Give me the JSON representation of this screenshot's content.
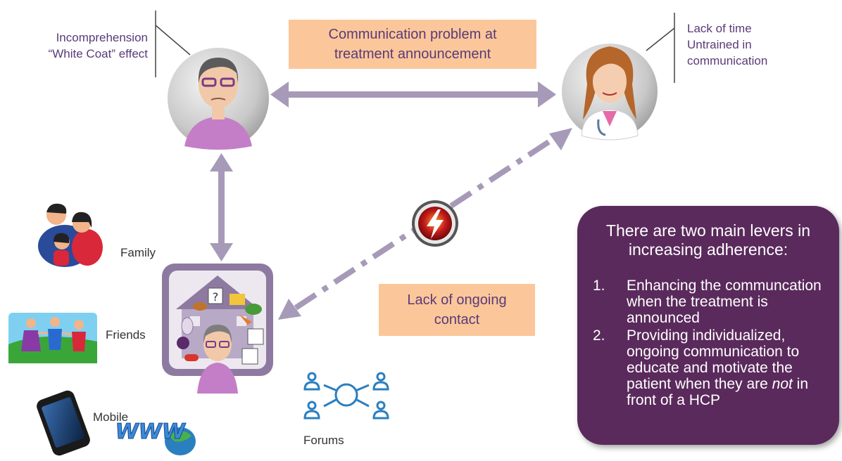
{
  "patient_notes": [
    "Incomprehension",
    "“White Coat” effect"
  ],
  "doctor_notes": [
    "Lack of time",
    "Untrained in",
    "communication"
  ],
  "top_box": [
    "Communication problem at",
    "treatment announcement"
  ],
  "bottom_box": [
    "Lack of ongoing",
    "contact"
  ],
  "channels": {
    "family": "Family",
    "friends": "Friends",
    "mobile": "Mobile",
    "forums": "Forums",
    "www": "WWW"
  },
  "levers": {
    "title": "There are two main levers in increasing adherence:",
    "items": [
      {
        "num": "1.",
        "text": "Enhancing the communcation when the treatment is announced"
      },
      {
        "num": "2.",
        "text_before": "Providing individualized, ongoing communication to educate and motivate the patient when they are ",
        "text_em": "not",
        "text_after": " in front of a HCP"
      }
    ]
  },
  "colors": {
    "purple_text": "#5a3a78",
    "orange_box": "#fbc79a",
    "lever_box": "#5a2a5c",
    "arrow": "#a79ab8",
    "forum_icon": "#2a7fc0"
  }
}
